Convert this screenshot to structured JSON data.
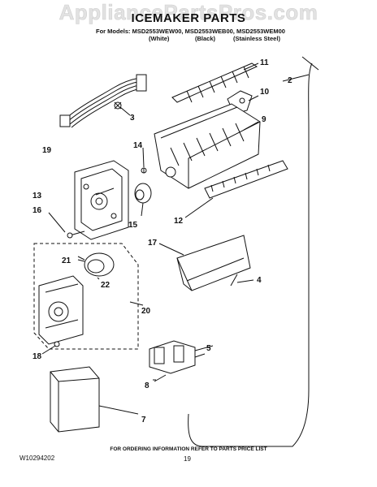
{
  "watermark": "AppliancePartsPros.com",
  "title": "ICEMAKER PARTS",
  "models_line": "For Models: MSD2553WEW00, MSD2553WEB00, MSD2553WEM00",
  "variants": [
    "(White)",
    "(Black)",
    "(Stainless Steel)"
  ],
  "callouts": [
    "2",
    "3",
    "4",
    "5",
    "7",
    "8",
    "9",
    "10",
    "11",
    "12",
    "13",
    "14",
    "15",
    "16",
    "17",
    "18",
    "19",
    "20",
    "21",
    "22"
  ],
  "footer_note": "FOR ORDERING INFORMATION REFER TO PARTS PRICE LIST",
  "doc_code": "W10294202",
  "page_number": "19"
}
